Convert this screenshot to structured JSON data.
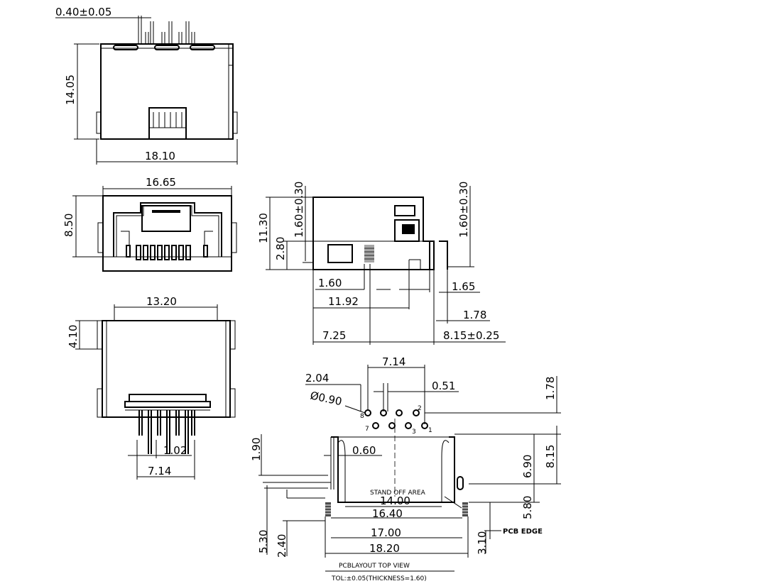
{
  "top_view": {
    "pin_width": "0.40±0.05",
    "depth": "14.05",
    "width": "18.10"
  },
  "front_view": {
    "body_width": "16.65",
    "height": "8.50"
  },
  "side_view": {
    "height": "11.30",
    "offset_a": "2.80",
    "tab_left": "1.60±0.30",
    "tab_right": "1.60±0.30",
    "post_offset": "1.60",
    "lead_offset": "1.65",
    "body_len": "11.92",
    "tail": "1.78",
    "front_len": "7.25",
    "rear_len": "8.15±0.25"
  },
  "bottom_view": {
    "width": "13.20",
    "height": "4.10",
    "pin_pitch": "1.02",
    "pin_span": "7.14"
  },
  "pcb_layout": {
    "pin_row_span": "7.14",
    "pin_offset": "2.04",
    "pin_pitch": "0.51",
    "hole_dia": "Ø0.90",
    "row_offset": "1.78",
    "pin_labels": [
      "8",
      "7",
      "3",
      "2",
      "1"
    ],
    "dim_190": "1.90",
    "dim_060": "0.60",
    "dim_690": "6.90",
    "dim_815": "8.15",
    "stand_off": "STAND OFF AREA",
    "dim_1400": "14.00",
    "dim_1640": "16.40",
    "dim_580": "5.80",
    "pcb_edge": "PCB EDGE",
    "dim_530": "5.30",
    "dim_240": "2.40",
    "dim_1700": "17.00",
    "dim_310": "3.10",
    "dim_1820": "18.20",
    "caption": "PCBLAYOUT TOP VIEW",
    "tolerance": "TOL:±0.05(THICKNESS=1.60)"
  }
}
